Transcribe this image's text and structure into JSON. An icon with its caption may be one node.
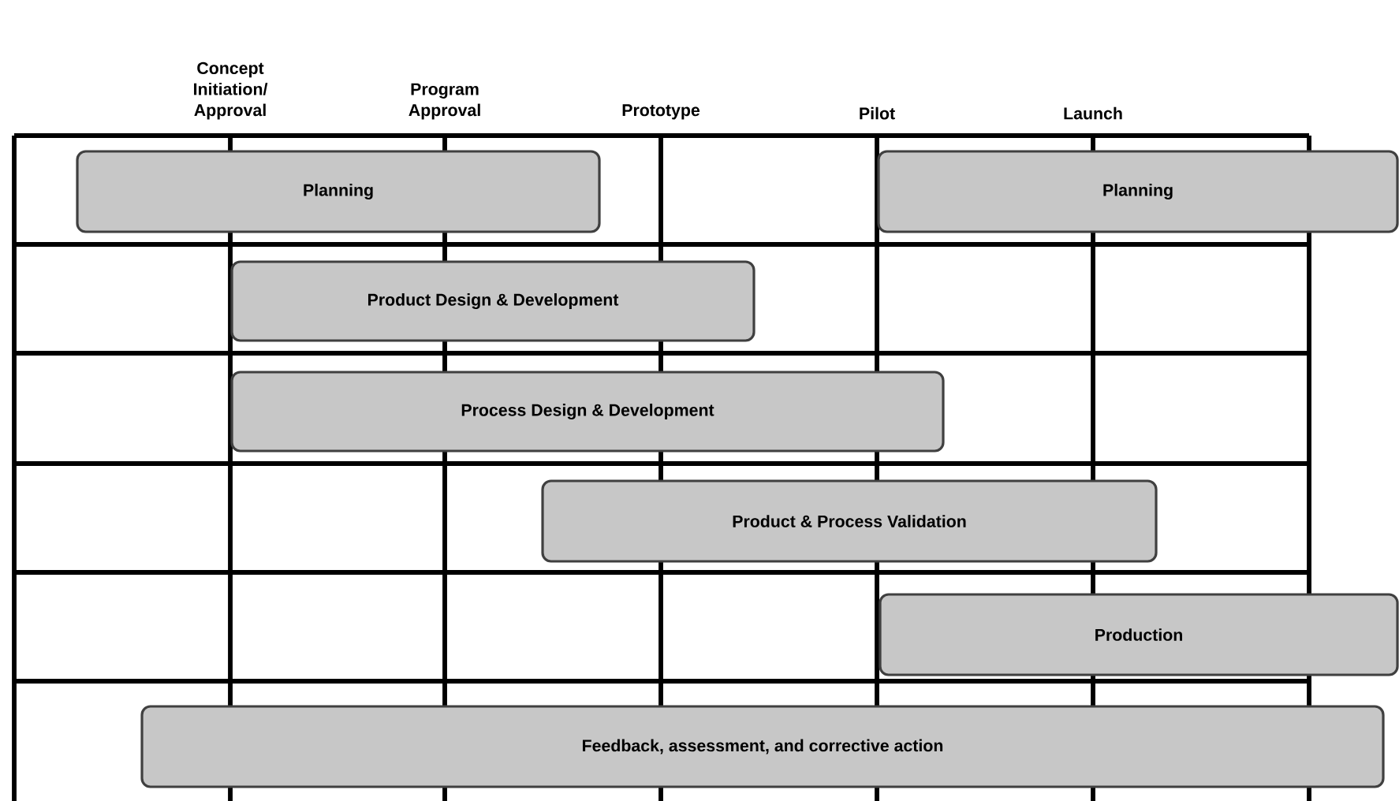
{
  "diagram": {
    "nodes": [
      {
        "text": [
          "Planning"
        ]
      },
      {
        "text": [
          "Planning"
        ]
      },
      {
        "text": [
          "Product Design & Development"
        ]
      },
      {
        "text": [
          "Process Design & Development"
        ]
      },
      {
        "text": [
          "Product & Process Validation"
        ]
      },
      {
        "text": [
          "Production"
        ]
      },
      {
        "text": [
          "Feedback, assessment, and corrective action"
        ]
      }
    ],
    "edges": [],
    "labels": [
      "Concept Initiation/ Approval",
      "Program Approval",
      "Prototype",
      "Pilot",
      "Launch"
    ]
  }
}
